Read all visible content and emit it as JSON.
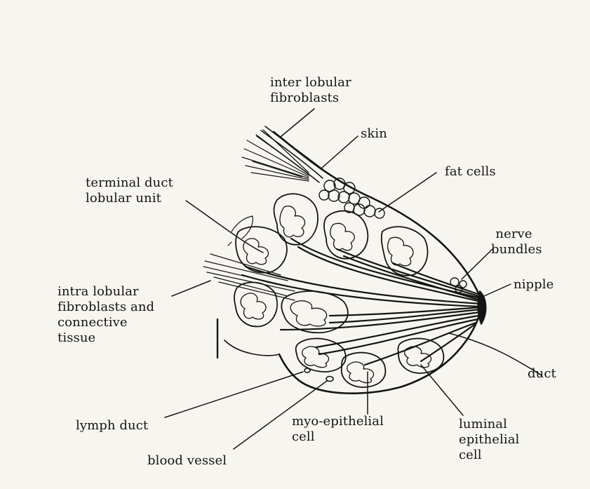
{
  "labels": {
    "inter_lobular_fibroblasts": [
      "inter lobular",
      "fibroblasts"
    ],
    "skin": "skin",
    "fat_cells": "fat cells",
    "terminal_duct_lobular_unit": [
      "terminal duct",
      "lobular unit"
    ],
    "nerve_bundles": [
      "nerve",
      "bundles"
    ],
    "nipple": "nipple",
    "intra_lobular_fibroblasts": [
      "intra lobular",
      "fibroblasts and",
      "connective",
      "tissue"
    ],
    "duct": "duct",
    "lymph_duct": "lymph duct",
    "myo_epithelial_cell": [
      "myo-epithelial",
      "cell"
    ],
    "luminal_epithelial_cell": [
      "luminal",
      "epithelial",
      "cell"
    ],
    "blood_vessel": "blood vessel"
  },
  "colors": {
    "ink": "#141414",
    "paper": "#f7f5ef"
  }
}
